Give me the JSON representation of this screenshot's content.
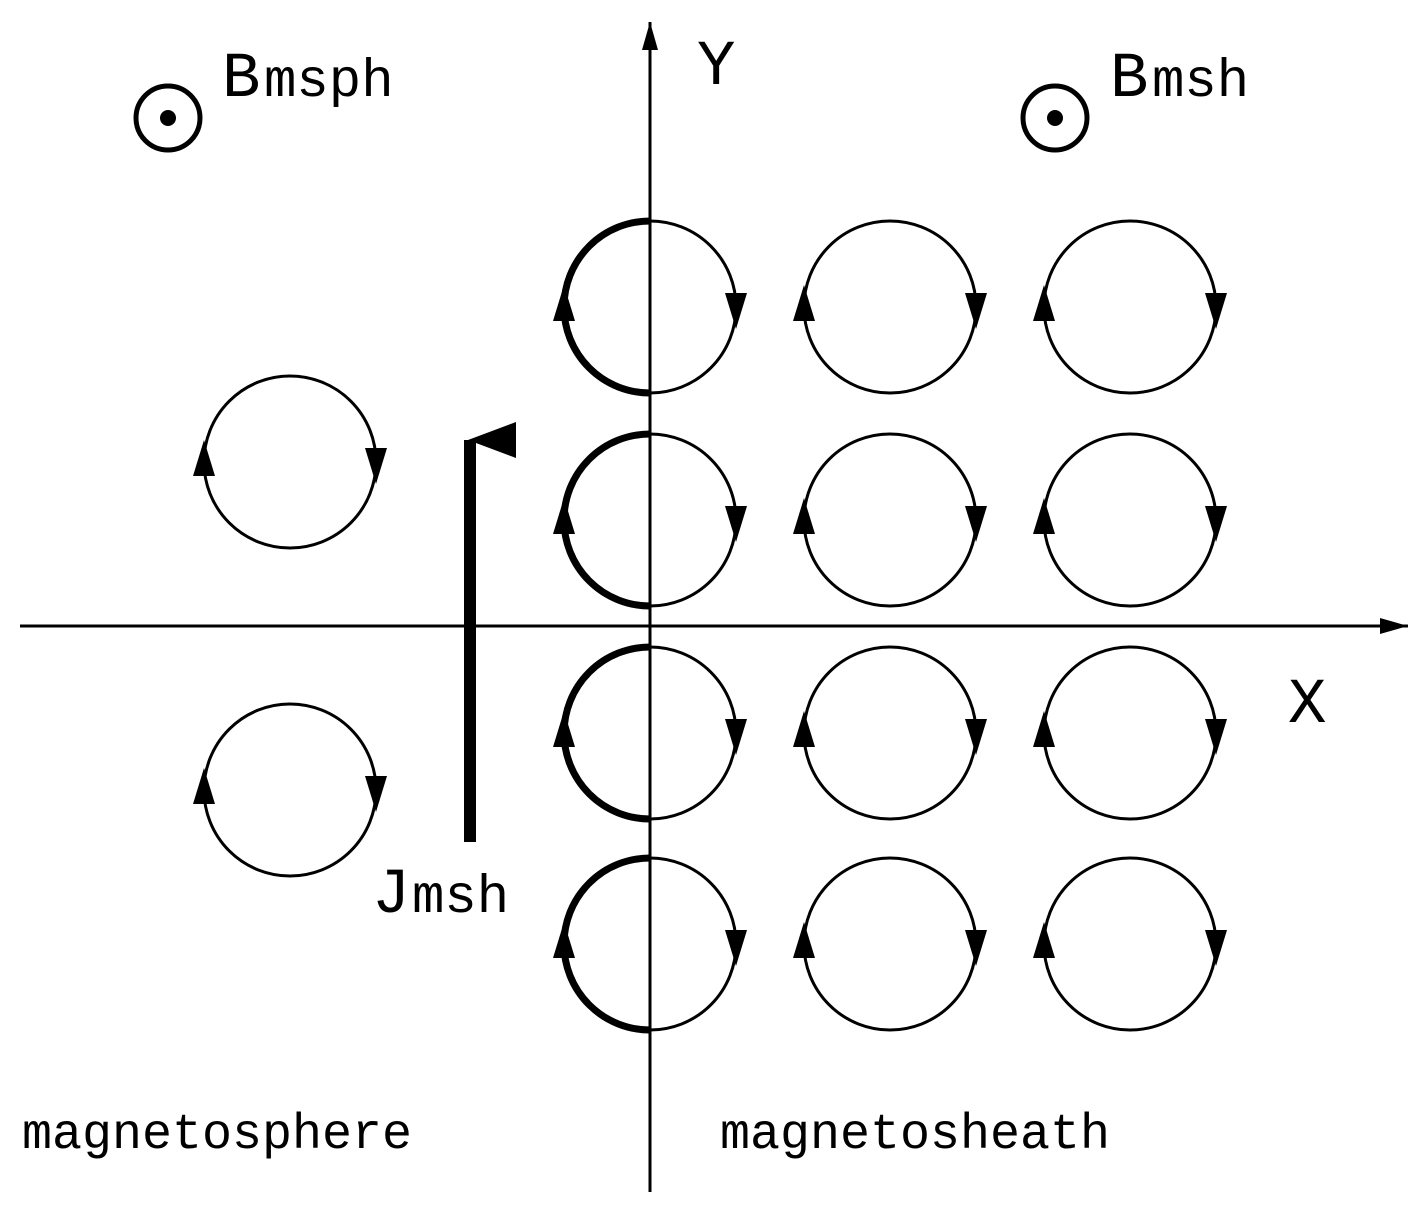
{
  "labels": {
    "y_axis": "Y",
    "x_axis": "X",
    "b_left_main": "B",
    "b_left_sub": "msph",
    "b_right_main": "B",
    "b_right_sub": "msh",
    "j_main": "J",
    "j_sub": "msh",
    "region_left": "magnetosphere",
    "region_right": "magnetosheath"
  },
  "icons": {
    "out_of_page_left": "field-out-of-page-icon",
    "out_of_page_right": "field-out-of-page-icon",
    "current_arrow": "current-arrow-icon"
  },
  "colors": {
    "ink": "#000000",
    "background": "#ffffff"
  }
}
